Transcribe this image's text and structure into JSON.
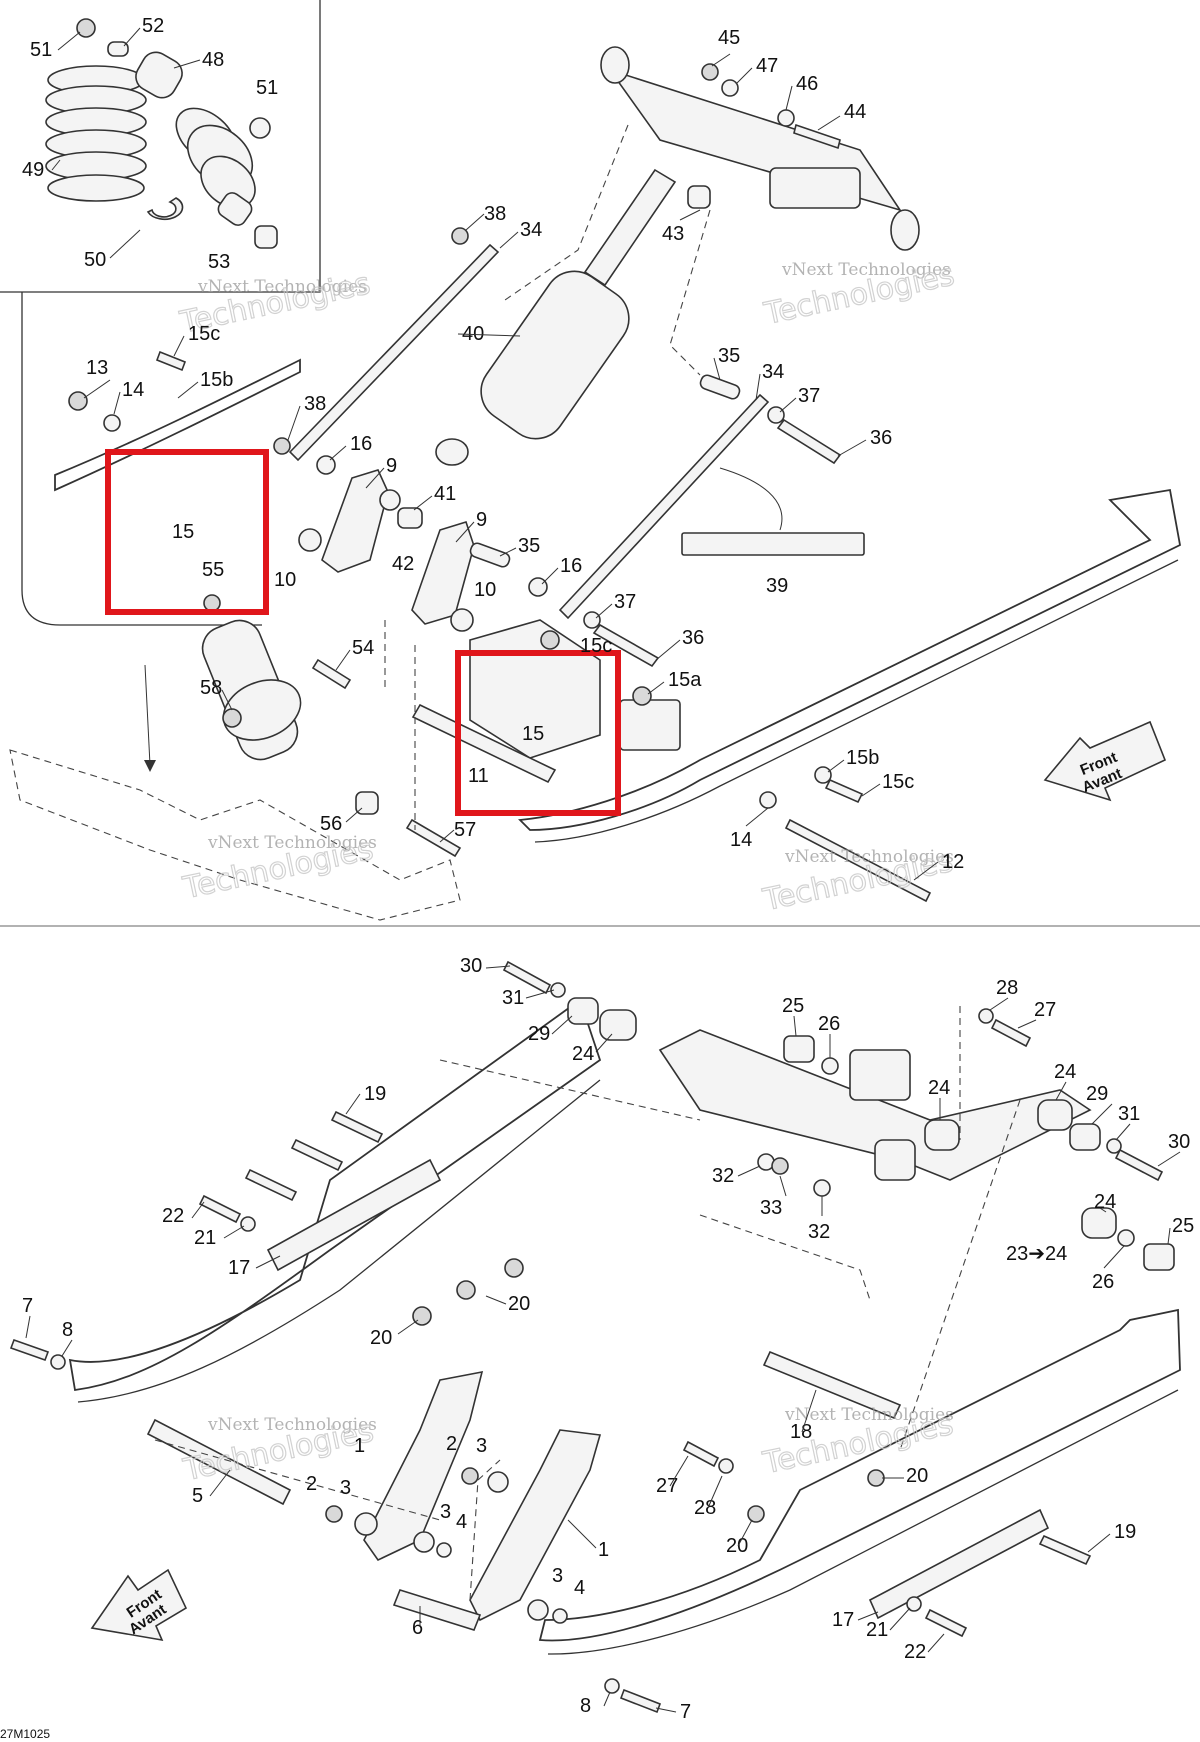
{
  "callouts": {
    "n51a": "51",
    "n52": "52",
    "n48": "48",
    "n51b": "51",
    "n49": "49",
    "n50": "50",
    "n53": "53",
    "n45": "45",
    "n47": "47",
    "n46": "46",
    "n44": "44",
    "n43": "43",
    "n38a": "38",
    "n34a": "34",
    "n40": "40",
    "n15c_top": "15c",
    "n13": "13",
    "n14_top": "14",
    "n15b_top": "15b",
    "n38b": "38",
    "n16a": "16",
    "n9a": "9",
    "n41": "41",
    "n9b": "9",
    "n42": "42",
    "n10a": "10",
    "n15_left": "15",
    "n55": "55",
    "n35a": "35",
    "n34b": "34",
    "n37a": "37",
    "n36a": "36",
    "n39": "39",
    "n35b": "35",
    "n16b": "16",
    "n37b": "37",
    "n10b": "10",
    "n36b": "36",
    "n54": "54",
    "n58": "58",
    "n56": "56",
    "n57": "57",
    "n15a": "15a",
    "n15_mid": "15",
    "n11": "11",
    "n15_hidden": "15c",
    "n15b_right": "15b",
    "n15c_right": "15c",
    "n14_right": "14",
    "n12": "12",
    "n30a": "30",
    "n31a": "31",
    "n29a": "29",
    "n24a": "24",
    "n25a": "25",
    "n26a": "26",
    "n28a": "28",
    "n27a": "27",
    "n24b": "24",
    "n24c": "24",
    "n29b": "29",
    "n31b": "31",
    "n30b": "30",
    "n32a": "32",
    "n33": "33",
    "n32b": "32",
    "n24d": "24",
    "n25b": "25",
    "n23": "23➔24",
    "n26b": "26",
    "n19a": "19",
    "n22a": "22",
    "n21a": "21",
    "n17a": "17",
    "n20a": "20",
    "n20b": "20",
    "n7a": "7",
    "n8a": "8",
    "n1a": "1",
    "n2a": "2",
    "n3a": "3",
    "n2b": "2",
    "n3b": "3",
    "n3c": "3",
    "n4a": "4",
    "n5": "5",
    "n6": "6",
    "n1b": "1",
    "n3d": "3",
    "n4b": "4",
    "n18": "18",
    "n27b": "27",
    "n28b": "28",
    "n20c": "20",
    "n20d": "20",
    "n19b": "19",
    "n17b": "17",
    "n21b": "21",
    "n22b": "22",
    "n8b": "8",
    "n7b": "7"
  },
  "front_arrow": {
    "line1": "Front",
    "line2": "Avant"
  },
  "watermark": {
    "company": "vNext Technologies",
    "outline": "Technologies"
  },
  "drawing_code": "27M1025",
  "colors": {
    "highlight": "#e0161b",
    "line": "#333333",
    "background": "#ffffff"
  }
}
